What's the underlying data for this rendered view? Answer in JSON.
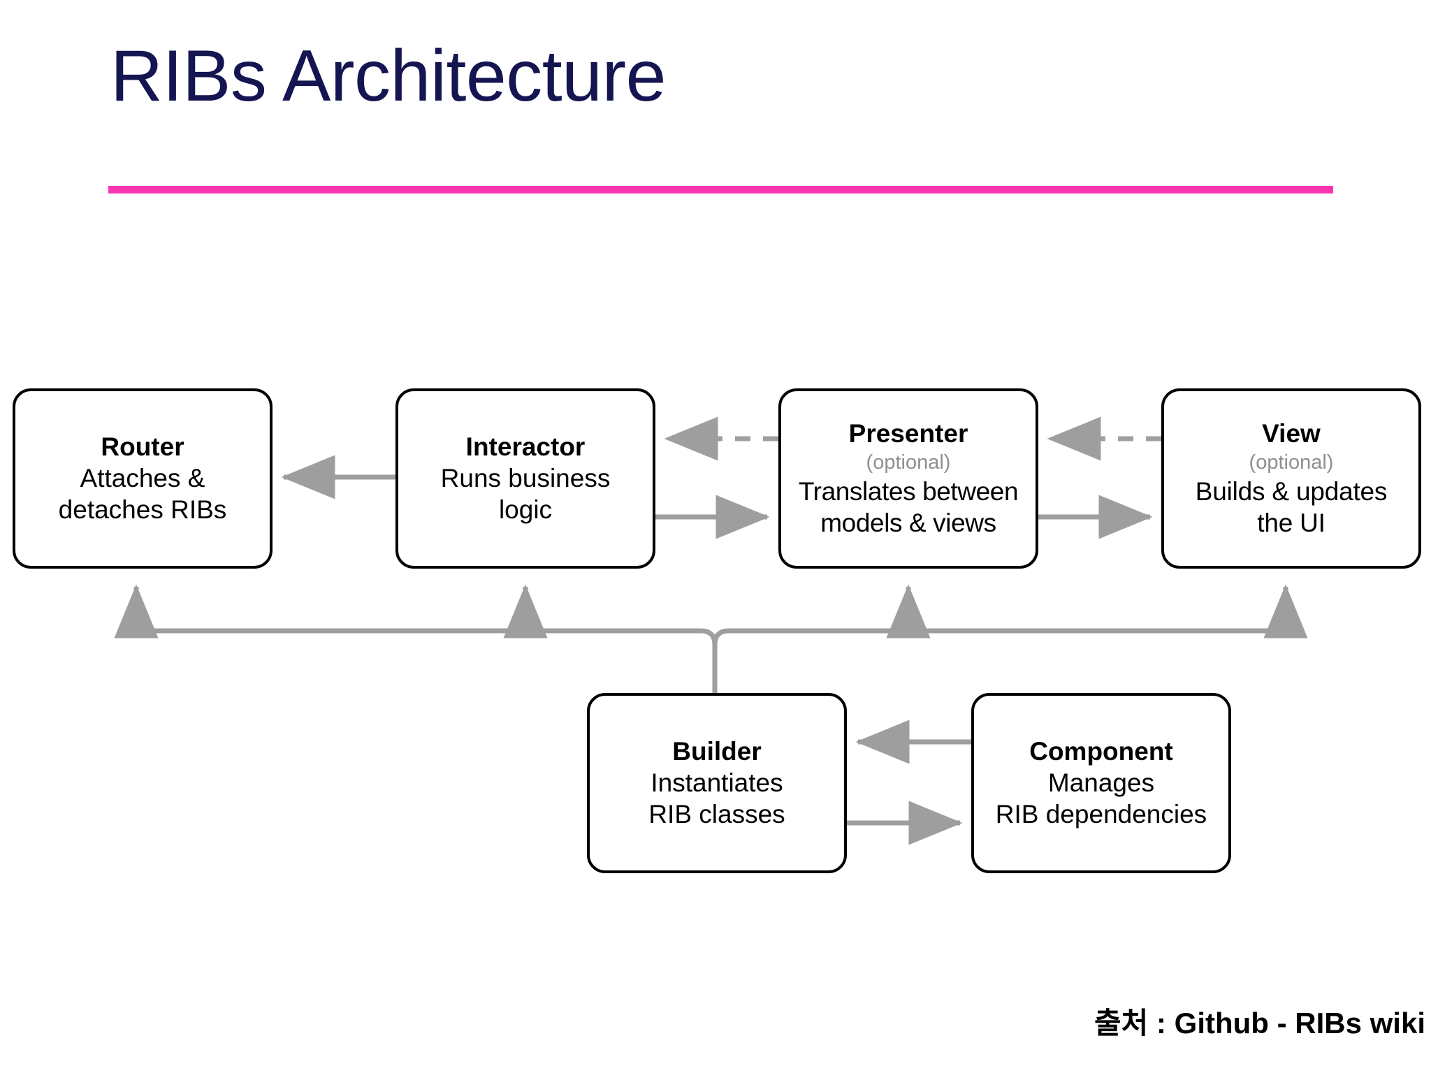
{
  "slide": {
    "title": "RIBs Architecture",
    "accent_color": "#F936B0",
    "title_color": "#151552",
    "source_note": "출처 : Github - RIBs wiki"
  },
  "diagram": {
    "type": "block-diagram",
    "node_border_color": "#000000",
    "connector_color": "#9e9e9e",
    "optional_label_color": "#8f8f8f",
    "nodes": [
      {
        "id": "router",
        "title": "Router",
        "optional": "",
        "desc": "Attaches &\ndetaches RIBs"
      },
      {
        "id": "interactor",
        "title": "Interactor",
        "optional": "",
        "desc": "Runs business\nlogic"
      },
      {
        "id": "presenter",
        "title": "Presenter",
        "optional": "(optional)",
        "desc": "Translates between\nmodels & views"
      },
      {
        "id": "view",
        "title": "View",
        "optional": "(optional)",
        "desc": "Builds & updates\nthe UI"
      },
      {
        "id": "builder",
        "title": "Builder",
        "optional": "",
        "desc": "Instantiates\nRIB classes"
      },
      {
        "id": "component",
        "title": "Component",
        "optional": "",
        "desc": "Manages\nRIB dependencies"
      }
    ],
    "edges": [
      {
        "from": "interactor",
        "to": "router",
        "style": "solid",
        "direction": "left"
      },
      {
        "from": "presenter",
        "to": "interactor",
        "style": "dashed",
        "direction": "left"
      },
      {
        "from": "interactor",
        "to": "presenter",
        "style": "solid",
        "direction": "right"
      },
      {
        "from": "view",
        "to": "presenter",
        "style": "dashed",
        "direction": "left"
      },
      {
        "from": "presenter",
        "to": "view",
        "style": "solid",
        "direction": "right"
      },
      {
        "from": "component",
        "to": "builder",
        "style": "solid",
        "direction": "left"
      },
      {
        "from": "builder",
        "to": "component",
        "style": "solid",
        "direction": "right"
      },
      {
        "from": "builder",
        "to": "router",
        "style": "solid",
        "direction": "up"
      },
      {
        "from": "builder",
        "to": "interactor",
        "style": "solid",
        "direction": "up"
      },
      {
        "from": "builder",
        "to": "presenter",
        "style": "solid",
        "direction": "up"
      },
      {
        "from": "builder",
        "to": "view",
        "style": "solid",
        "direction": "up"
      }
    ]
  }
}
